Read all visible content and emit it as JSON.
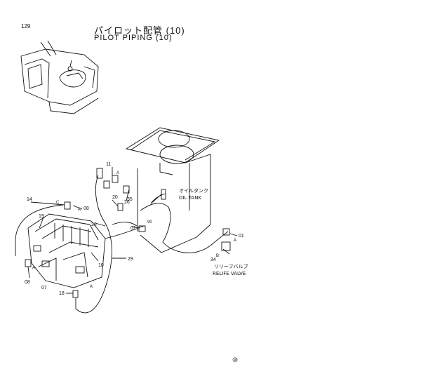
{
  "page_number": "129",
  "title_jp": "パイロット配管 (10)",
  "title_en": "PILOT PIPING (10)",
  "callouts": {
    "p11": "11",
    "p14": "14",
    "p19": "19",
    "p08a": "08",
    "p08b": "08",
    "p07": "07",
    "p26": "26",
    "p20": "20",
    "p35": "35",
    "p28": "28",
    "p10": "10",
    "p29": "29",
    "p18": "18",
    "p01a": "01",
    "p01b": "01",
    "p34": "34",
    "p90": "90"
  },
  "view_marks": {
    "a": "A",
    "b": "B",
    "c": "C"
  },
  "oil_tank": {
    "jp": "オイルタンク",
    "en": "OIL TANK"
  },
  "relief_valve": {
    "jp": "リリーフバルブ",
    "en": "RELIFE VALVE"
  },
  "footer_mark": "⑩"
}
